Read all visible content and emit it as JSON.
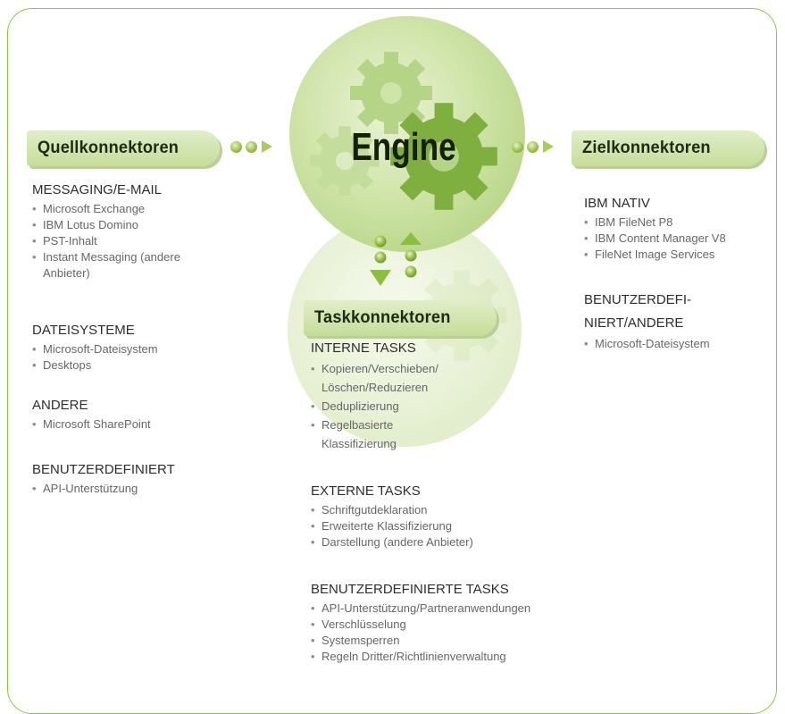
{
  "engine": {
    "title": "Engine"
  },
  "source": {
    "title": "Quellkonnektoren",
    "groups": [
      {
        "title": "MESSAGING/E-MAIL",
        "items": [
          "Microsoft Exchange",
          "IBM Lotus Domino",
          "PST-Inhalt",
          "Instant Messaging (andere",
          "Anbieter)"
        ]
      },
      {
        "title": "DATEISYSTEME",
        "items": [
          "Microsoft-Dateisystem",
          "Desktops"
        ]
      },
      {
        "title": "ANDERE",
        "items": [
          "Microsoft SharePoint"
        ]
      },
      {
        "title": "BENUTZERDEFINIERT",
        "items": [
          "API-Unterstützung"
        ]
      }
    ]
  },
  "target": {
    "title": "Zielkonnektoren",
    "groups": [
      {
        "title": "IBM NATIV",
        "items": [
          "IBM FileNet P8",
          "IBM Content Manager V8",
          "FileNet Image Services"
        ]
      },
      {
        "title_line1": "BENUTZERDEFI-",
        "title_line2": "NIERT/ANDERE",
        "items": [
          "Microsoft-Dateisystem"
        ]
      }
    ]
  },
  "tasks": {
    "title": "Taskkonnektoren",
    "groups": [
      {
        "title": "INTERNE TASKS",
        "items": [
          "Kopieren/Verschieben/",
          "Löschen/Reduzieren",
          "Deduplizierung",
          "Regelbasierte",
          "Klassifizierung"
        ]
      },
      {
        "title": "EXTERNE TASKS",
        "items": [
          "Schriftgutdeklaration",
          "Erweiterte Klassifizierung",
          "Darstellung (andere Anbieter)"
        ]
      },
      {
        "title": "BENUTZERDEFINIERTE TASKS",
        "items": [
          "API-Unterstützung/Partneranwendungen",
          "Verschlüsselung",
          "Systemsperren",
          "Regeln Dritter/Richtlinienverwaltung"
        ]
      }
    ]
  },
  "colors": {
    "accent": "#8cc63f",
    "pill_fill": "#c5dd98",
    "text": "#2d2d2d",
    "bullet_text": "#666666"
  }
}
